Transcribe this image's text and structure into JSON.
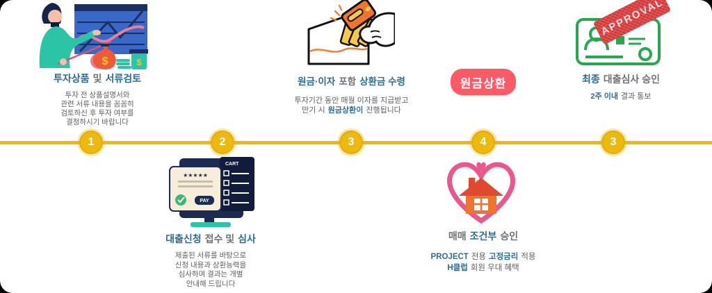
{
  "colors": {
    "accent_gold": "#ecb90f",
    "title_blue": "#2e6d92",
    "body_gray": "#5d6166",
    "badge_pink": "#fb5a66",
    "stamp_red": "#d93f3f",
    "teal": "#2cc4a6",
    "navy": "#1d2b52",
    "heart_pink": "#e8588e",
    "house_orange": "#ef7430"
  },
  "timeline": {
    "steps": [
      "1",
      "2",
      "3",
      "4",
      "3"
    ]
  },
  "badge": {
    "label": "원금상환"
  },
  "sections": {
    "s1": {
      "title": [
        {
          "t": "투자상품"
        },
        {
          "t": "및"
        },
        {
          "t": "서류검토"
        }
      ],
      "body": [
        "투자 전 상품설명서와",
        "관련 서류 내용을 꼼꼼히",
        "검토하신 후 투자 여부를",
        "결정하시기 바랍니다"
      ]
    },
    "s2": {
      "title": [
        {
          "t": "대출신청"
        },
        {
          "t": "접수 및"
        },
        {
          "t": "심사"
        }
      ],
      "body": [
        "제출된 서류를 바탕으로",
        "신청 내용과 상환능력을",
        "심사하며 결과는 개별",
        "안내해 드립니다"
      ]
    },
    "s3": {
      "title": [
        {
          "t": "원금·이자"
        },
        {
          "t": "포함"
        },
        {
          "t": "상환금 수령"
        }
      ],
      "body1": "투자기간 동안 매월 이자를 지급받고",
      "body2": [
        {
          "t": "만기 시"
        },
        {
          "t": "원금상환이"
        },
        {
          "t": "진행됩니다"
        }
      ]
    },
    "s4": {
      "title": [
        {
          "t": "매매"
        },
        {
          "t": "조건부"
        },
        {
          "t": "승인"
        }
      ],
      "body1": [
        {
          "t": "PROJECT"
        },
        {
          "t": "전용"
        },
        {
          "t": "고정금리"
        },
        {
          "t": "적용"
        }
      ],
      "body2": [
        {
          "t": "H클럽"
        },
        {
          "t": "회원 우대 혜택"
        }
      ]
    },
    "s5": {
      "title": [
        {
          "t": "최종"
        },
        {
          "t": "대출심사 승인"
        }
      ],
      "body": [
        {
          "t": "2주 이내"
        },
        {
          "t": "결과 통보"
        }
      ]
    }
  },
  "illustrations": {
    "stamp": "APPROVAL",
    "cart": "CART",
    "pay": "PAY",
    "stars": "★★★★★",
    "dollar": "$"
  }
}
